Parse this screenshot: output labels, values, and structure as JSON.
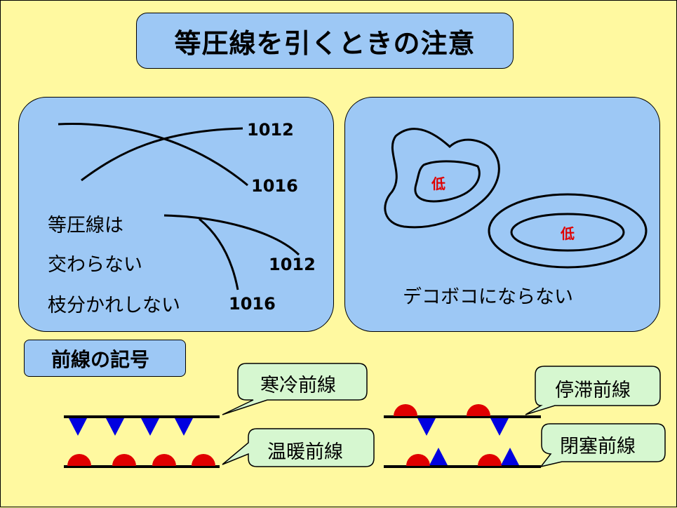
{
  "title": "等圧線を引くときの注意",
  "left_panel": {
    "label_1012_top": "1012",
    "label_1016_top": "1016",
    "rule_line1": "等圧線は",
    "rule_line2": "交わらない",
    "rule_line3": "枝分かれしない",
    "label_1012_bottom": "1012",
    "label_1016_bottom": "1016"
  },
  "right_panel": {
    "low_1": "低",
    "low_2": "低",
    "caption": "デコボコにならない"
  },
  "fronts": {
    "heading": "前線の記号",
    "cold": "寒冷前線",
    "warm": "温暖前線",
    "stationary": "停滞前線",
    "occluded": "閉塞前線"
  },
  "colors": {
    "background": "#fff9a0",
    "panel": "#9dc8f5",
    "callout": "#d6f7d0",
    "cold_front": "#0000e0",
    "warm_front": "#e00000",
    "low_label": "#e00000"
  }
}
